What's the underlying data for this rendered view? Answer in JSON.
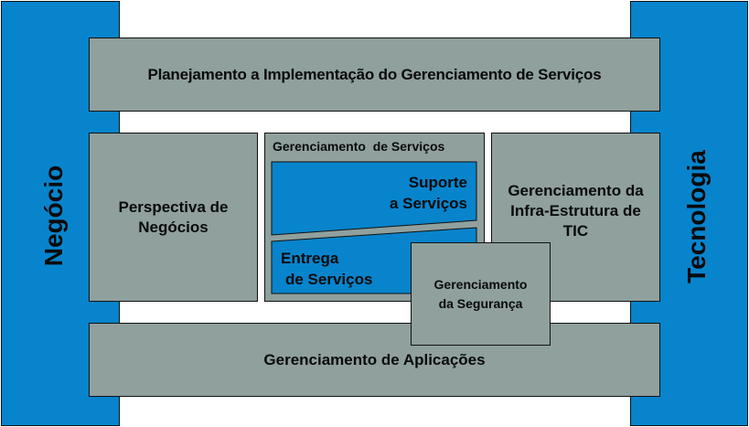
{
  "colors": {
    "business_blue": "#0884CC",
    "process_gray": "#8FA09D",
    "border": "#111111"
  },
  "sidebars": {
    "left": {
      "label": "Negócio"
    },
    "right": {
      "label": "Tecnologia"
    }
  },
  "top_bar": {
    "label": "Planejamento a Implementação do Gerenciamento de Serviços"
  },
  "middle": {
    "business_perspective": {
      "line1": "Perspectiva de",
      "line2": "Negócios"
    },
    "service_management": {
      "title": "Gerenciamento  de Serviços",
      "service_support": {
        "line1": "Suporte",
        "line2": "a Serviços"
      },
      "service_delivery": {
        "line1": "Entrega",
        "line2": "de Serviços"
      }
    },
    "ict_infrastructure": {
      "line1": "Gerenciamento da",
      "line2": "Infra-Estrutura de",
      "line3": "TIC"
    }
  },
  "security_management": {
    "line1": "Gerenciamento",
    "line2": "da Segurança"
  },
  "bottom_bar": {
    "label": "Gerenciamento de Aplicações"
  }
}
